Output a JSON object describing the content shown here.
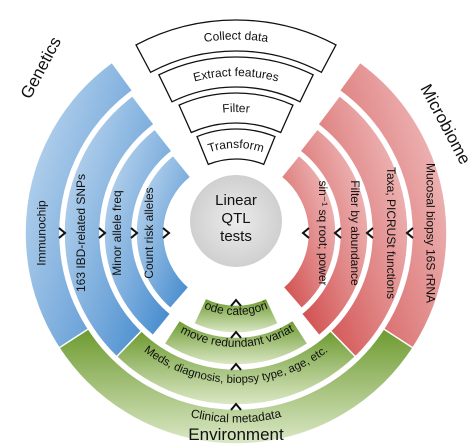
{
  "groups": {
    "genetics": "Genetics",
    "microbiome": "Microbiome",
    "environment": "Environment"
  },
  "center": {
    "line1": "Linear",
    "line2": "QTL",
    "line3": "tests"
  },
  "pipeline": [
    "Collect data",
    "Extract features",
    "Filter",
    "Transform"
  ],
  "genetics_steps": [
    "Immunochip",
    "163 IBD-related SNPs",
    "Minor allele freq",
    "Count risk alleles"
  ],
  "microbiome_steps": [
    "Mucosal biopsy 16S rRNA",
    "Taxa; PICRUSt functions",
    "Filter by abundance",
    "sin⁻¹ sq root; power"
  ],
  "environment_steps": [
    "Clinical metadata",
    "Meds, diagnosis, biopsy type, age, etc.",
    "Remove redundant variates",
    "Recode categoricals"
  ],
  "colors": {
    "genetics": "#4a90d0",
    "microbiome": "#d64f4f",
    "environment": "#7aa63a",
    "center": "#dcdcdc",
    "funnel": "#ffffff"
  }
}
